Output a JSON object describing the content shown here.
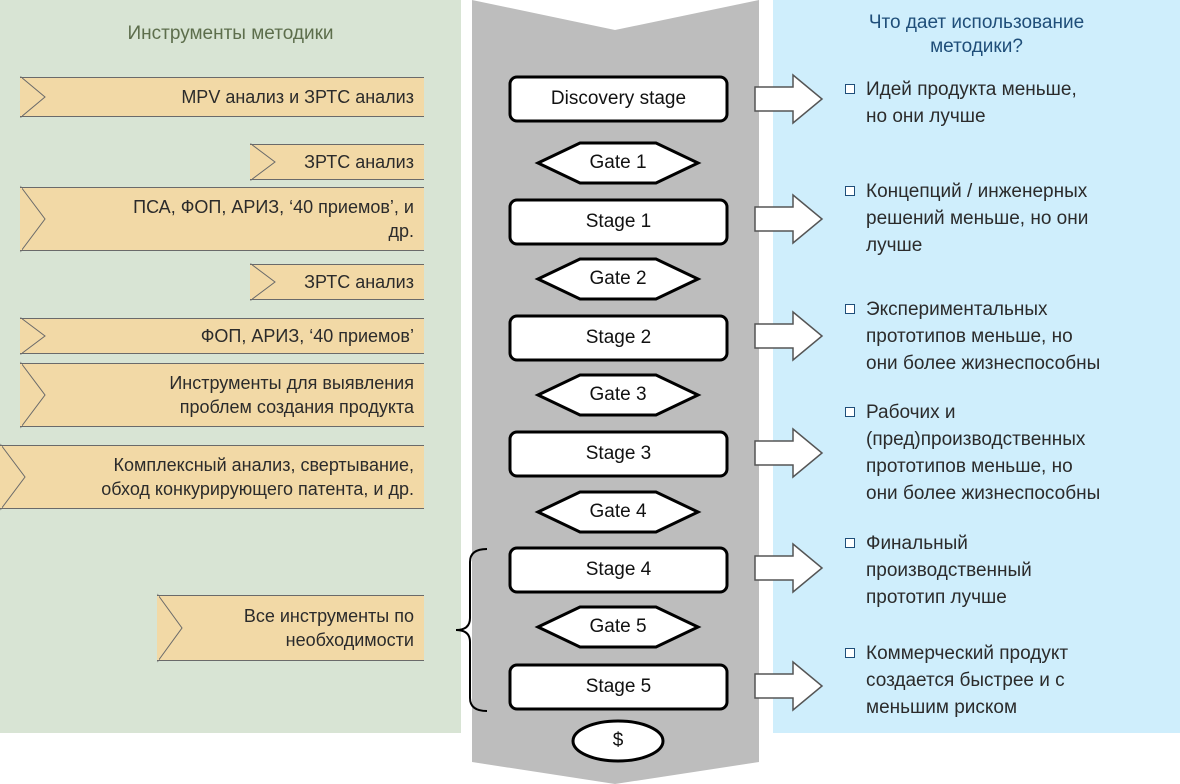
{
  "left_title": "Инструменты методики",
  "right_title": "Что дает использование\nметодики?",
  "tools": [
    {
      "text": "MPV анализ и ЗРТС анализ"
    },
    {
      "text": "ЗРТС анализ"
    },
    {
      "text": "ПСА, ФОП, АРИЗ, ‘40 приемов’, и\nдр."
    },
    {
      "text": "ЗРТС анализ"
    },
    {
      "text": "ФОП, АРИЗ, ‘40 приемов’"
    },
    {
      "text": "Инструменты для выявления\nпроблем создания продукта"
    },
    {
      "text": "Комплексный анализ, свертывание,\nобход конкурирующего патента, и др."
    },
    {
      "text": "Все инструменты по\nнеобходимости"
    }
  ],
  "stages": [
    "Discovery stage",
    "Stage 1",
    "Stage 2",
    "Stage 3",
    "Stage 4",
    "Stage 5"
  ],
  "gates": [
    "Gate 1",
    "Gate 2",
    "Gate 3",
    "Gate 4",
    "Gate 5"
  ],
  "final": "$",
  "benefits": [
    "Идей продукта меньше,\nно они лучше",
    "Концепций / инженерных\nрешений меньше, но они\nлучше",
    "Экспериментальных\nпрототипов меньше, но\nони более жизнеспособны",
    "Рабочих и\n(пред)производственных\nпрототипов меньше, но\nони более жизнеспособны",
    "Финальный\nпроизводственный\nпрототип лучше",
    "Коммерческий продукт\nсоздается быстрее и с\nменьшим риском"
  ],
  "colors": {
    "left_panel": "#d8e4d4",
    "right_panel": "#cfeefc",
    "funnel": "#bdbdbd",
    "tool_fill": "#f2d9a6",
    "title_left": "#5d6e4c",
    "title_right": "#1f4e79"
  }
}
